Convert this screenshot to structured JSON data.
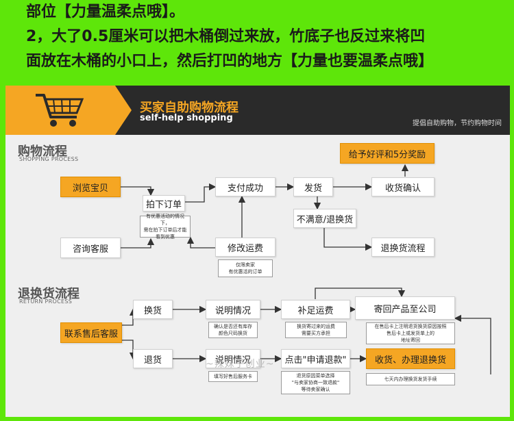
{
  "top_text": [
    "部位【力量温柔点哦】。",
    "2，大了0.5厘米可以把木桶倒过来放，竹底子也反过来将凹",
    "面放在木桶的小口上，然后打凹的地方【力量也要温柔点哦】"
  ],
  "banner": {
    "title": "买家自助购物流程",
    "subtitle": "self-help shopping",
    "slogan": "提倡自助购物，节约购物时间",
    "cart_icon": "shopping-cart-icon"
  },
  "shopping": {
    "title": "购物流程",
    "title_en": "SHOPPING PROCESS",
    "browse": "浏览宝贝",
    "order": "拍下订单",
    "order_note": [
      "有优惠活动的情况下，",
      "需在拍下订单后才能",
      "看到优惠"
    ],
    "consult": "咨询客服",
    "paid": "支付成功",
    "modify": "修改运费",
    "modify_note": [
      "仅限卖家",
      "有优惠活的订单"
    ],
    "ship": "发货",
    "unsatisfied": "不满意/退换货",
    "confirm": "收货确认",
    "praise": "给予好评和5分奖励",
    "return_flow": "退换货流程"
  },
  "returns": {
    "title": "退换货流程",
    "title_en": "RETURN PROCESS",
    "contact": "联系售后客服",
    "exchange": "换货",
    "refund": "退货",
    "explain1": "说明情况",
    "explain1_note": [
      "确认是否还有库存",
      "颜色尺码换货"
    ],
    "explain2": "说明情况",
    "explain2_note": [
      "填写好售后服务卡"
    ],
    "add_fee": "补足运费",
    "add_fee_note": [
      "换货寄过来的运费",
      "需要买方承担"
    ],
    "apply": "点击\"申请退款\"",
    "apply_note": [
      "退货原因菜单选择",
      "\"与卖家协商一致退款\"",
      "等待卖家确认"
    ],
    "send_back": "寄回产品至公司",
    "send_back_note": [
      "在售后卡上注明退货换货原因按照",
      "售后卡上或发货单上的",
      "地址寄回"
    ],
    "receive": "收货、办理退换货",
    "receive_note": [
      "七天内办理换货发货手续"
    ]
  },
  "watermark": "~辣妹子创业~",
  "colors": {
    "background_green": "#5ee60a",
    "accent_orange": "#f5a623",
    "banner_dark": "#2a2a2a"
  }
}
